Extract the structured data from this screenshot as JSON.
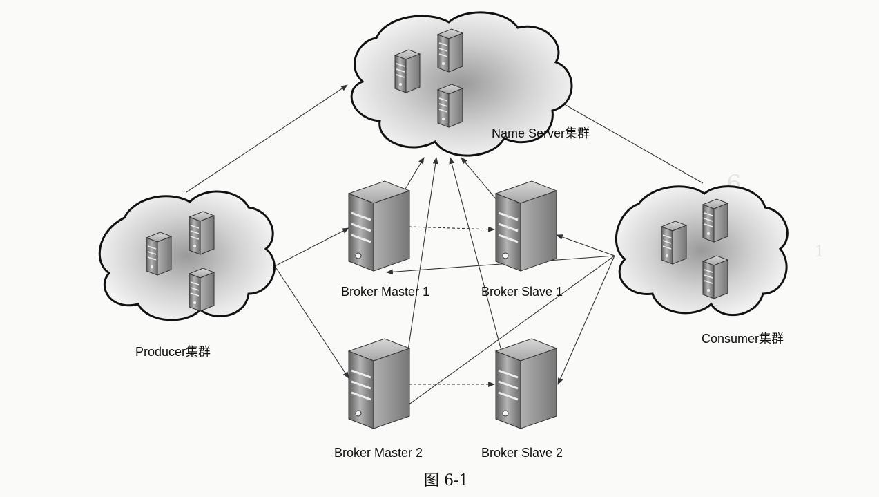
{
  "nodes": {
    "name_server": {
      "label": "Name Server集群",
      "kind": "cluster"
    },
    "producer": {
      "label": "Producer集群",
      "kind": "cluster"
    },
    "consumer": {
      "label": "Consumer集群",
      "kind": "cluster"
    },
    "broker_master_1": {
      "label": "Broker Master 1",
      "kind": "server"
    },
    "broker_slave_1": {
      "label": "Broker Slave 1",
      "kind": "server"
    },
    "broker_master_2": {
      "label": "Broker Master 2",
      "kind": "server"
    },
    "broker_slave_2": {
      "label": "Broker Slave 2",
      "kind": "server"
    }
  },
  "edges": [
    {
      "from": "producer",
      "to": "name_server"
    },
    {
      "from": "producer",
      "to": "broker_master_1"
    },
    {
      "from": "producer",
      "to": "broker_master_2"
    },
    {
      "from": "broker_master_1",
      "to": "name_server"
    },
    {
      "from": "broker_slave_1",
      "to": "name_server"
    },
    {
      "from": "broker_master_2",
      "to": "name_server"
    },
    {
      "from": "broker_slave_2",
      "to": "name_server"
    },
    {
      "from": "broker_master_1",
      "to": "broker_slave_1"
    },
    {
      "from": "broker_master_2",
      "to": "broker_slave_2"
    },
    {
      "from": "consumer",
      "to": "name_server"
    },
    {
      "from": "consumer",
      "to": "broker_slave_1"
    },
    {
      "from": "consumer",
      "to": "broker_master_1"
    },
    {
      "from": "consumer",
      "to": "broker_slave_2"
    },
    {
      "from": "consumer",
      "to": "broker_master_2"
    }
  ],
  "caption": "图 6-1",
  "colors": {
    "cloud_fill": "#f3f3f3",
    "cloud_inner": "#c8c8c8",
    "server_body": "#8c8c8c",
    "arrow": "#333333"
  }
}
